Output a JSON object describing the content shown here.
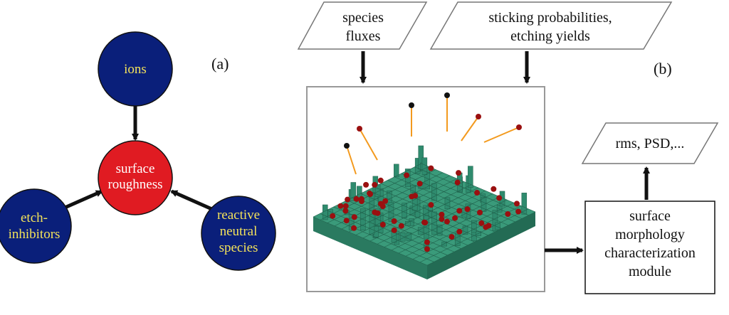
{
  "panel_a": {
    "tag": "(a)",
    "center": {
      "lines": [
        "surface",
        "roughness"
      ],
      "color": "#e01b22"
    },
    "nodes": {
      "ions": {
        "lines": [
          "ions"
        ]
      },
      "etch_inhibitors": {
        "lines": [
          "etch-",
          "inhibitors"
        ]
      },
      "reactive_neutral": {
        "lines": [
          "reactive",
          "neutral",
          "species"
        ]
      }
    },
    "node_color": "#0a1f7a",
    "node_text_color": "#f3e25a"
  },
  "panel_b": {
    "tag": "(b)",
    "inputs": {
      "fluxes": {
        "lines": [
          "species",
          "fluxes"
        ]
      },
      "probabilities": {
        "lines": [
          "sticking probabilities,",
          "etching yields"
        ]
      }
    },
    "module": {
      "lines": [
        "surface",
        "morphology",
        "characterization",
        "module"
      ]
    },
    "output": {
      "lines": [
        "rms, PSD,..."
      ]
    },
    "surface_colors": {
      "lattice": "#2f8b6e",
      "particle": "#9a1010",
      "trail": "#f39a1e"
    }
  }
}
